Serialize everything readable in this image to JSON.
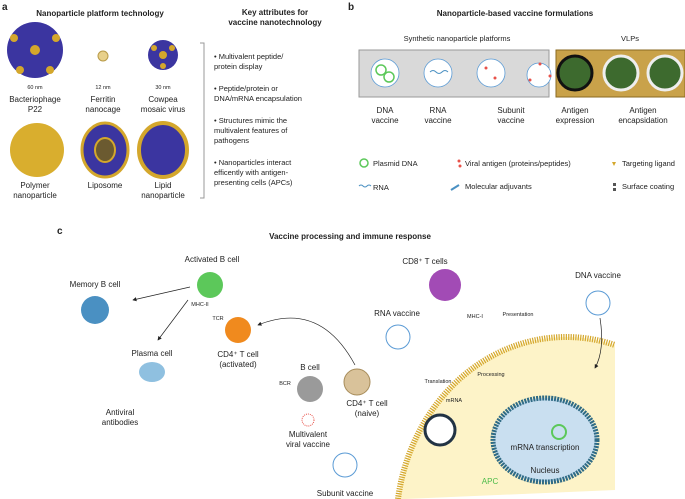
{
  "panel_a": {
    "letter": "a",
    "title": "Nanoparticle platform technology",
    "platforms": [
      {
        "size": "60 nm",
        "name": "Bacteriophage\nP22"
      },
      {
        "size": "12 nm",
        "name": "Ferritin\nnanocage"
      },
      {
        "size": "30 nm",
        "name": "Cowpea\nmosaic virus"
      },
      {
        "name": "Polymer\nnanoparticle"
      },
      {
        "name": "Liposome"
      },
      {
        "name": "Lipid\nnanoparticle"
      }
    ],
    "attributes_title": "Key attributes for\nvaccine nanotechnology",
    "attributes": [
      "• Multivalent peptide/\n  protein display",
      "• Peptide/protein or\n  DNA/mRNA encapsulation",
      "• Structures mimic the\n  multivalent features of\n  pathogens",
      "• Nanoparticles interact\n  efficently with antigen-\n  presenting cells (APCs)"
    ]
  },
  "panel_b": {
    "letter": "b",
    "title": "Nanoparticle-based vaccine formulations",
    "group_synthetic": "Synthetic nanoparticle platforms",
    "group_vlp": "VLPs",
    "formulations": [
      "DNA\nvaccine",
      "RNA\nvaccine",
      "Subunit\nvaccine",
      "Antigen\nexpression",
      "Antigen\nencapsidation"
    ],
    "legend": [
      "Plasmid DNA",
      "Viral antigen (proteins/peptides)",
      "Targeting ligand",
      "RNA",
      "Molecular adjuvants",
      "Surface coating"
    ]
  },
  "panel_c": {
    "letter": "c",
    "title": "Vaccine processing and immune response",
    "labels": {
      "activated_b": "Activated B cell",
      "memory_b": "Memory B cell",
      "plasma": "Plasma cell",
      "antibodies": "Antiviral\nantibodies",
      "cd4_activated": "CD4⁺ T cell\n(activated)",
      "mhc2": "MHC-II",
      "tcr": "TCR",
      "b_cell": "B cell",
      "bcr": "BCR",
      "multivalent": "Multivalent\nviral vaccine",
      "subunit": "Subunit vaccine",
      "cd4_naive": "CD4⁺ T cell\n(naive)",
      "rna_vaccine": "RNA vaccine",
      "cd8": "CD8⁺ T cells",
      "mhc1": "MHC-I",
      "presentation": "Presentation",
      "dna_vaccine": "DNA vaccine",
      "translation": "Translation",
      "processing": "Processing",
      "mrna": "mRNA",
      "transcription": "mRNA transcription",
      "nucleus": "Nucleus",
      "apc": "APC"
    }
  },
  "colors": {
    "purple": "#3b35a0",
    "gold": "#d4a72c",
    "apc": "#fdf3c8",
    "green": "#5cc85a",
    "orange": "#f08a1e",
    "blue": "#4a90c2",
    "violet": "#a24bb5",
    "nucleus": "#c9dff0"
  }
}
